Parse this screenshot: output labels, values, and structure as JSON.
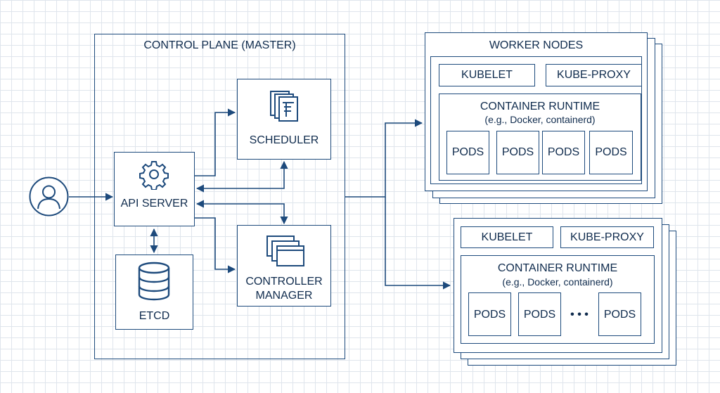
{
  "control_plane": {
    "title": "CONTROL PLANE (MASTER)",
    "api_server": "API SERVER",
    "scheduler": "SCHEDULER",
    "etcd": "ETCD",
    "controller_manager_line1": "CONTROLLER",
    "controller_manager_line2": "MANAGER"
  },
  "worker_nodes": {
    "title": "WORKER NODES",
    "node1": {
      "kubelet": "KUBELET",
      "kube_proxy": "KUBE-PROXY",
      "runtime_title": "CONTAINER RUNTIME",
      "runtime_sub": "(e.g., Docker, containerd)",
      "pods": [
        "PODS",
        "PODS",
        "PODS",
        "PODS"
      ]
    },
    "node2": {
      "kubelet": "KUBELET",
      "kube_proxy": "KUBE-PROXY",
      "runtime_title": "CONTAINER RUNTIME",
      "runtime_sub": "(e.g., Docker, containerd)",
      "pods": [
        "PODS",
        "PODS",
        "PODS"
      ],
      "ellipsis": "• • •"
    }
  },
  "colors": {
    "line": "#1d4a7c",
    "text": "#0f2b4d",
    "grid": "#dfe5ec"
  },
  "icons": [
    "user-icon",
    "gear-icon",
    "document-stack-icon",
    "database-icon",
    "window-stack-icon"
  ]
}
